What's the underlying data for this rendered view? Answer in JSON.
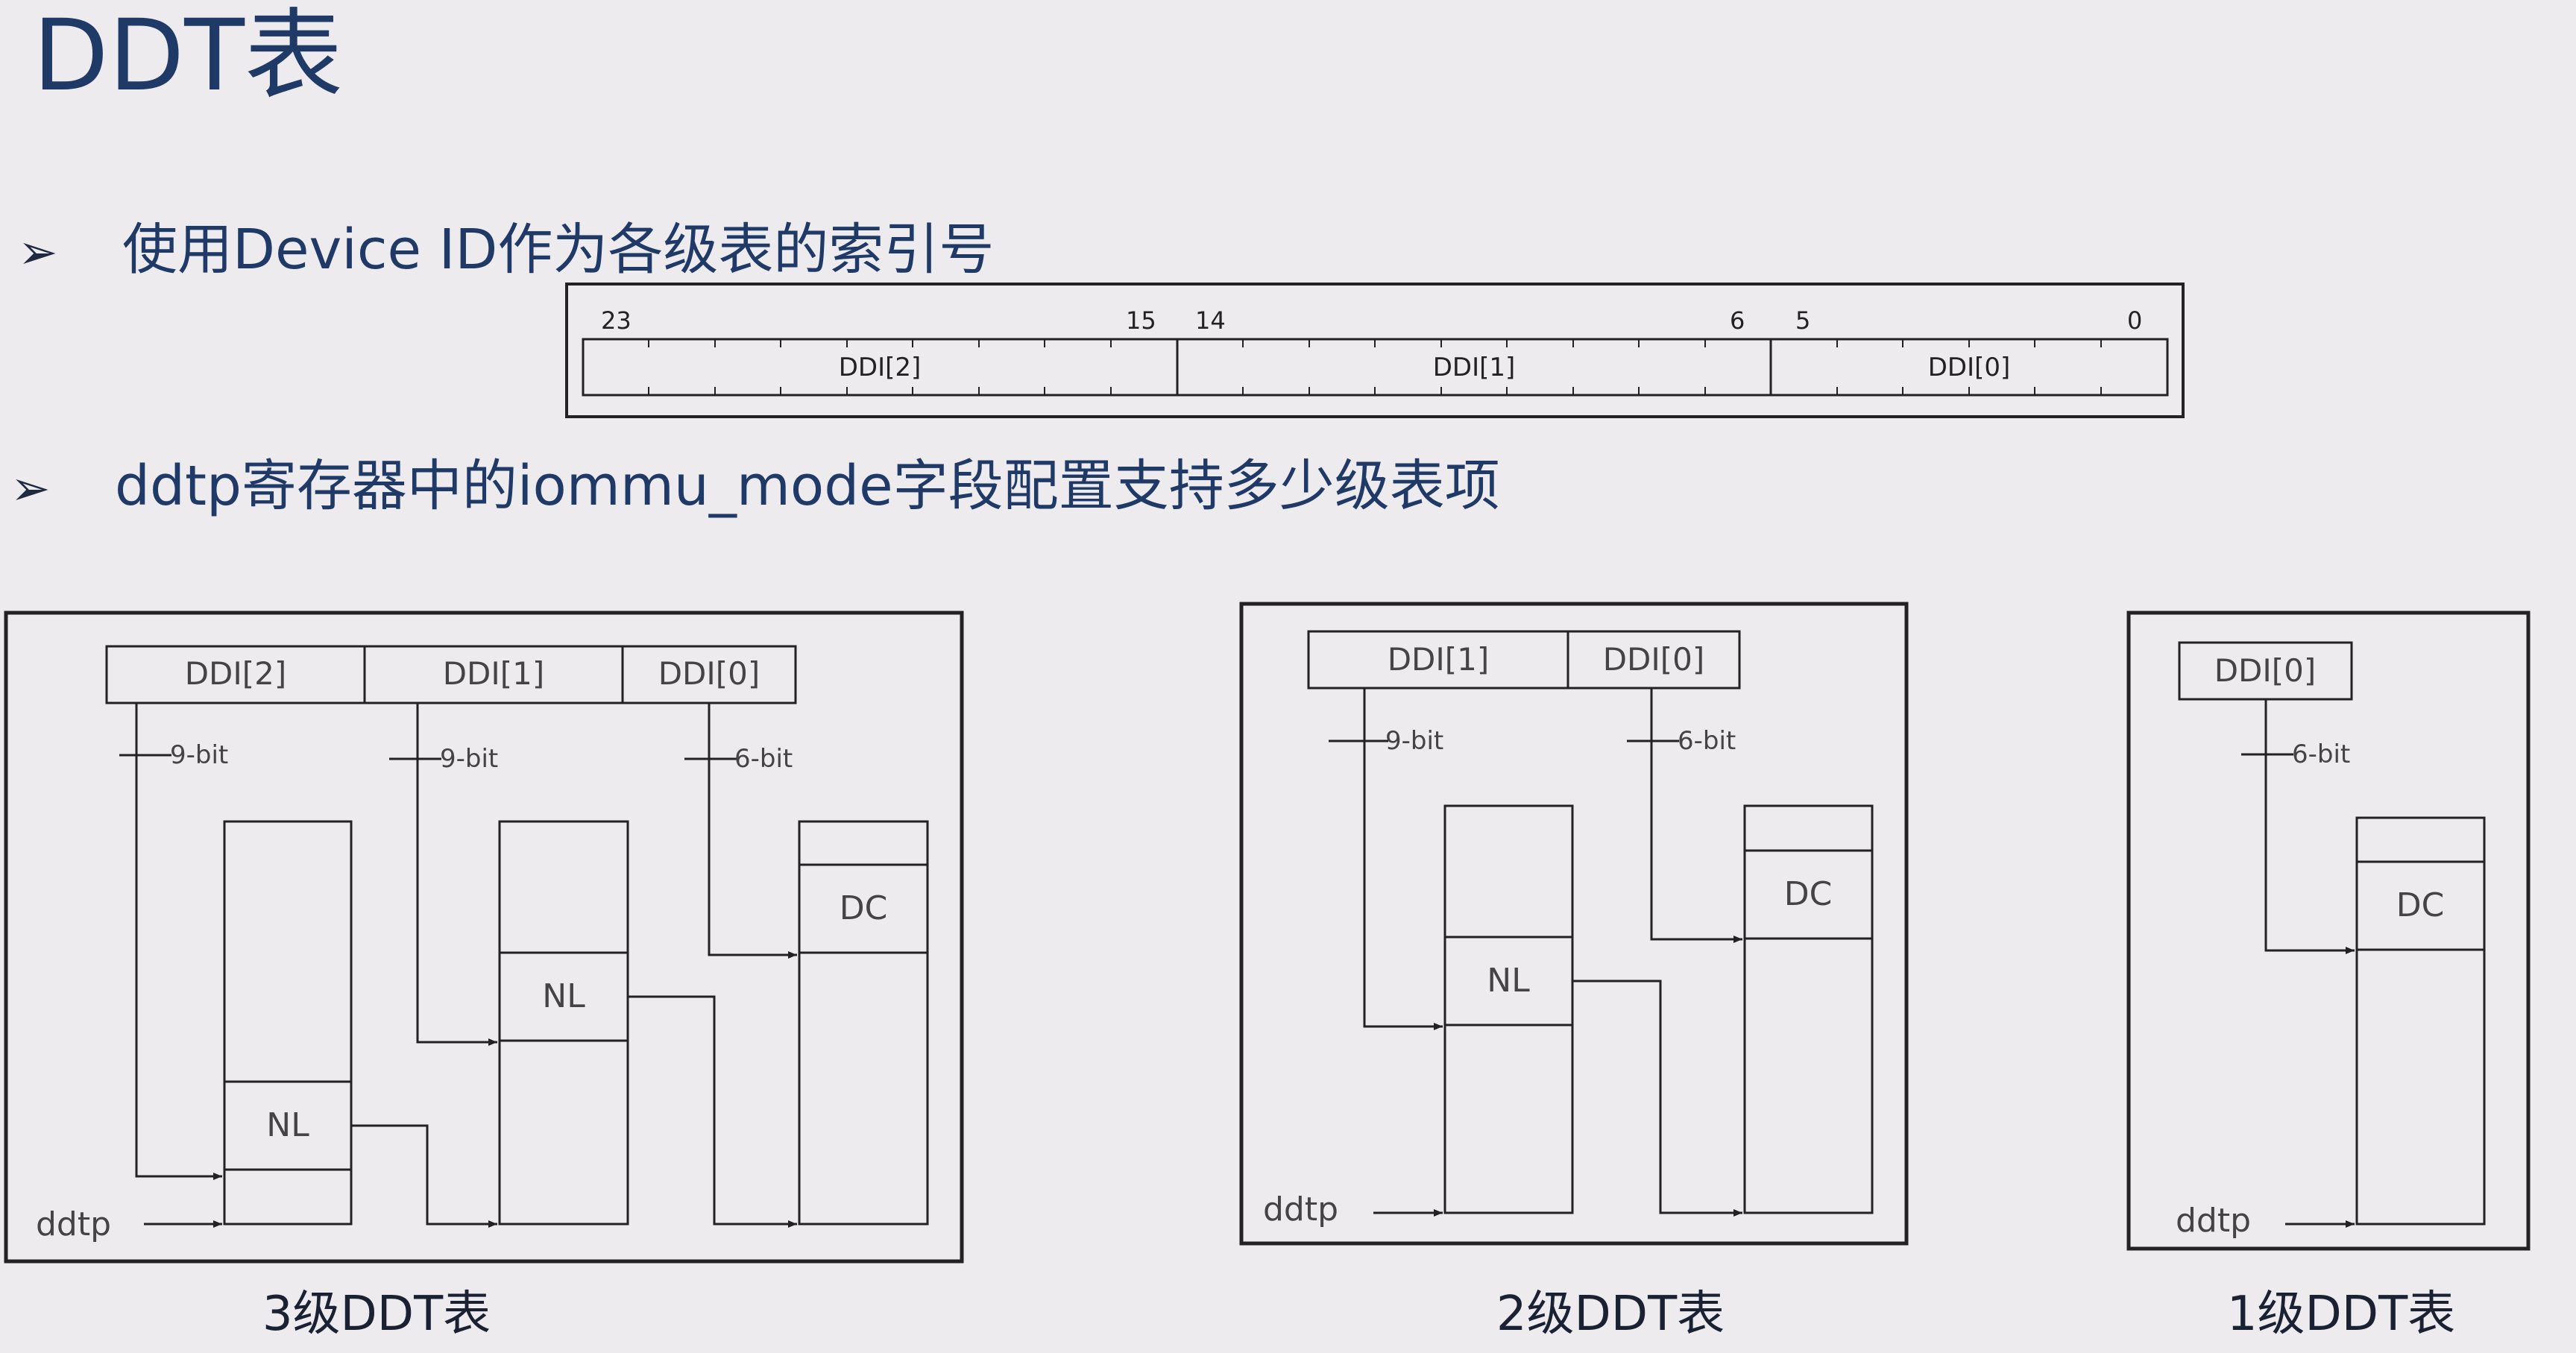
{
  "title": "DDT表",
  "bullets": [
    "使用Device ID作为各级表的索引号",
    "ddtp寄存器中的iommu_mode字段配置支持多少级表项"
  ],
  "bullet_marker": "➢",
  "device_id_register": {
    "bit_labels": [
      "23",
      "15",
      "14",
      "6",
      "5",
      "0"
    ],
    "fields": [
      "DDI[2]",
      "DDI[1]",
      "DDI[0]"
    ]
  },
  "diagrams": [
    {
      "caption": "3级DDT表",
      "header_fields": [
        "DDI[2]",
        "DDI[1]",
        "DDI[0]"
      ],
      "bit_widths": [
        "9-bit",
        "9-bit",
        "6-bit"
      ],
      "entries": [
        "NL",
        "NL",
        "DC"
      ],
      "root_label": "ddtp"
    },
    {
      "caption": "2级DDT表",
      "header_fields": [
        "DDI[1]",
        "DDI[0]"
      ],
      "bit_widths": [
        "9-bit",
        "6-bit"
      ],
      "entries": [
        "NL",
        "DC"
      ],
      "root_label": "ddtp"
    },
    {
      "caption": "1级DDT表",
      "header_fields": [
        "DDI[0]"
      ],
      "bit_widths": [
        "6-bit"
      ],
      "entries": [
        "DC"
      ],
      "root_label": "ddtp"
    }
  ]
}
